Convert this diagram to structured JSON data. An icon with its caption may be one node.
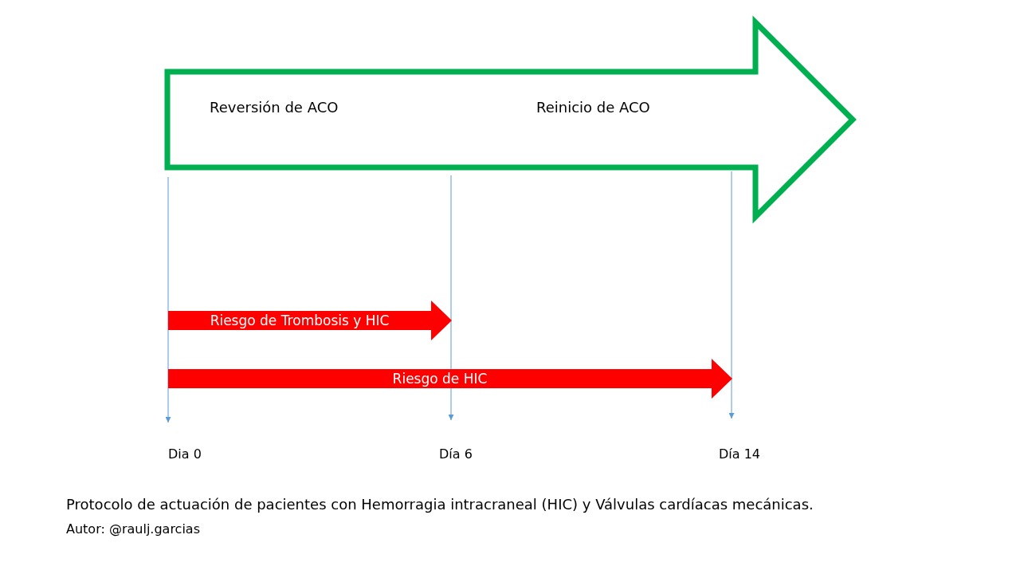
{
  "diagram": {
    "caption": "Protocolo de actuación de pacientes con Hemorragia intracraneal (HIC) y Válvulas cardíacas mecánicas.",
    "nodes": [
      {
        "text": [
          "Reversión de ACO",
          "Reinicio de ACO"
        ]
      },
      {
        "text": [
          "Riesgo de Trombosis y HIC"
        ]
      },
      {
        "text": [
          "Riesgo de HIC"
        ]
      }
    ],
    "labels": [
      "Dia 0",
      "Día 6",
      "Día 14",
      "Autor: @raulj.garcias"
    ]
  }
}
